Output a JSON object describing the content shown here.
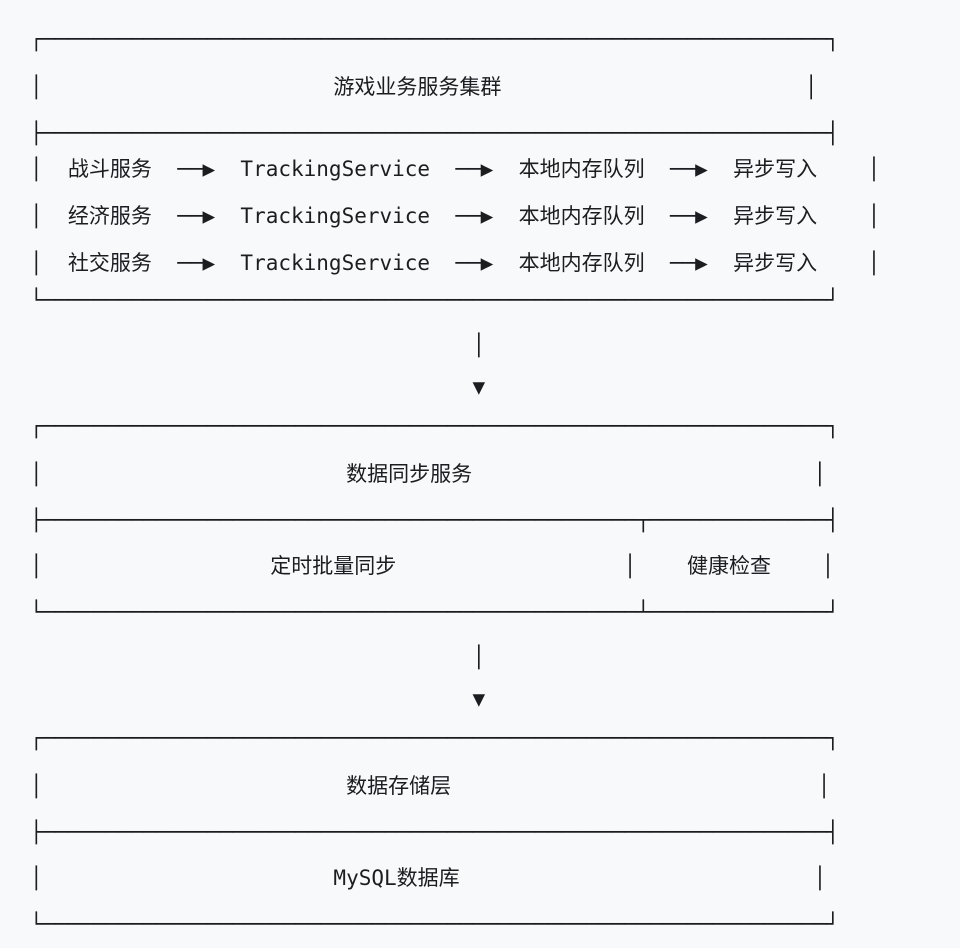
{
  "meta": {
    "title": "游戏数据埋点架构图",
    "background_color": "#f8f9fb",
    "text_color": "#1b1d21",
    "style": "ascii-box-drawing"
  },
  "diagram": {
    "type": "layered-architecture",
    "arrow_glyph": "──▶",
    "down_arrow_glyph": "▼",
    "vertical_connector_glyph": "│",
    "layers": [
      {
        "id": "game-service-cluster",
        "title": "游戏业务服务集群",
        "rows": [
          {
            "id": "combat-pipeline",
            "cells": [
              "战斗服务",
              "TrackingService",
              "本地内存队列",
              "异步写入"
            ]
          },
          {
            "id": "economy-pipeline",
            "cells": [
              "经济服务",
              "TrackingService",
              "本地内存队列",
              "异步写入"
            ]
          },
          {
            "id": "social-pipeline",
            "cells": [
              "社交服务",
              "TrackingService",
              "本地内存队列",
              "异步写入"
            ]
          }
        ]
      },
      {
        "id": "data-sync-service",
        "title": "数据同步服务",
        "rows": [
          {
            "id": "sync-row",
            "cells": [
              "定时批量同步",
              "健康检查"
            ]
          }
        ]
      },
      {
        "id": "data-storage-layer",
        "title": "数据存储层",
        "rows": [
          {
            "id": "storage-row",
            "cells": [
              "MySQL数据库"
            ]
          }
        ]
      }
    ]
  },
  "art": {
    "cluster": {
      "top": "┌──────────────────────────────────────────────────────────────┐",
      "title": "│                       游戏业务服务集群                        │",
      "sep": "├──────────────────────────────────────────────────────────────┤",
      "row1": "│  战斗服务  ──▶  TrackingService  ──▶  本地内存队列  ──▶  异步写入    │",
      "row2": "│  经济服务  ──▶  TrackingService  ──▶  本地内存队列  ──▶  异步写入    │",
      "row3": "│  社交服务  ──▶  TrackingService  ──▶  本地内存队列  ──▶  异步写入    │",
      "bottom": "└──────────────────────────────────────────────────────────────┘"
    },
    "connector1": {
      "line": "                                   │",
      "arrow": "                                   ▼"
    },
    "sync": {
      "top": "┌──────────────────────────────────────────────────────────────┐",
      "title": "│                        数据同步服务                           │",
      "sep": "├───────────────────────────────────────────────┬──────────────┤",
      "row1": "│                  定时批量同步                  │    健康检查    │",
      "bottom": "└───────────────────────────────────────────────┴──────────────┘"
    },
    "connector2": {
      "line": "                                   │",
      "arrow": "                                   ▼"
    },
    "storage": {
      "top": "┌──────────────────────────────────────────────────────────────┐",
      "title": "│                        数据存储层                             │",
      "sep": "├──────────────────────────────────────────────────────────────┤",
      "row1": "│                       MySQL数据库                            │",
      "bottom": "└──────────────────────────────────────────────────────────────┘"
    }
  }
}
